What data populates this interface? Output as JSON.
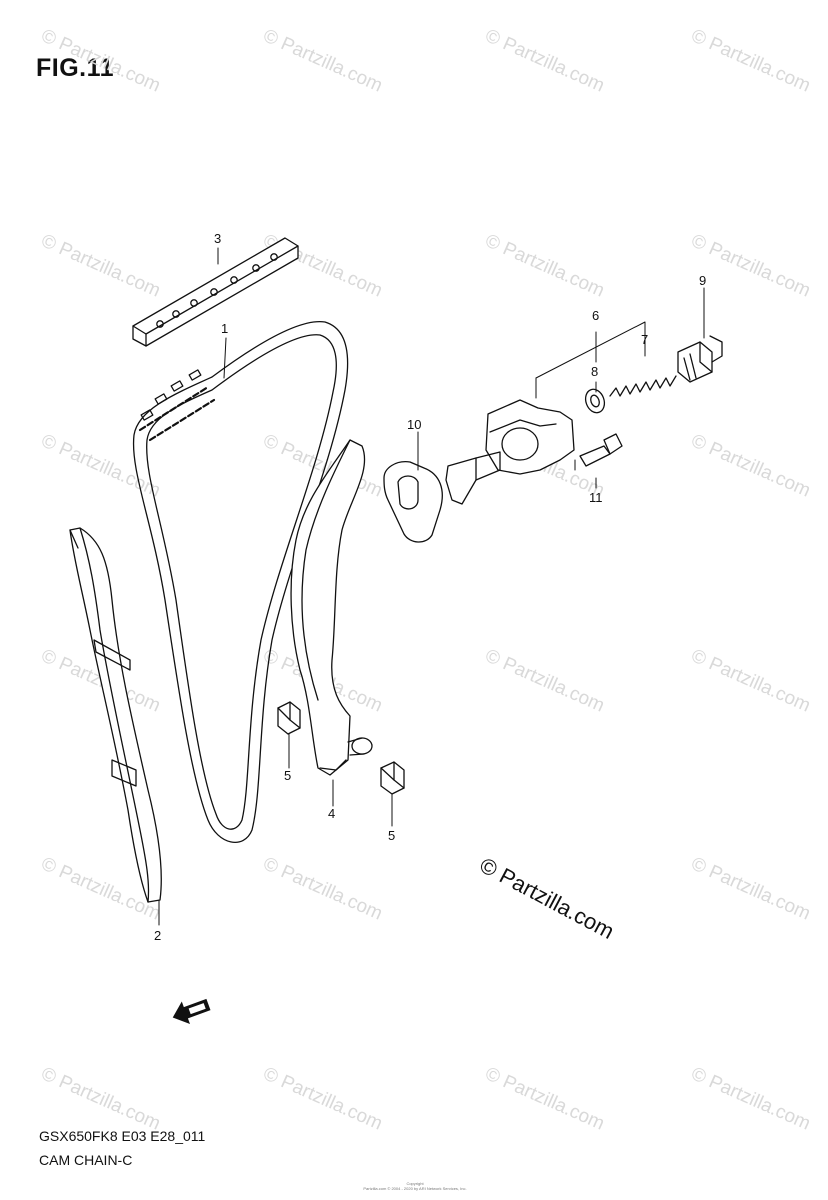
{
  "figure": {
    "title": "FIG.11"
  },
  "callouts": [
    {
      "id": "1",
      "label": "1"
    },
    {
      "id": "2",
      "label": "2"
    },
    {
      "id": "3",
      "label": "3"
    },
    {
      "id": "4",
      "label": "4"
    },
    {
      "id": "5a",
      "label": "5"
    },
    {
      "id": "5b",
      "label": "5"
    },
    {
      "id": "6",
      "label": "6"
    },
    {
      "id": "7",
      "label": "7"
    },
    {
      "id": "8",
      "label": "8"
    },
    {
      "id": "9",
      "label": "9"
    },
    {
      "id": "10",
      "label": "10"
    },
    {
      "id": "11",
      "label": "11"
    }
  ],
  "stamp": {
    "text": "© Partzilla.com"
  },
  "watermark": {
    "text": "© Partzilla.com"
  },
  "footer": {
    "code": "GSX650FK8 E03 E28_011",
    "name": "CAM CHAIN-C",
    "copyright_line1": "Copyright",
    "copyright_line2": "Partzilla.com © 2004 - 2020 by ARI Network Services, Inc."
  },
  "icons": {
    "fwd_arrow": "fwd-arrow-icon"
  },
  "colors": {
    "line": "#111111",
    "watermark": "#d9d9d9",
    "background": "#ffffff"
  }
}
